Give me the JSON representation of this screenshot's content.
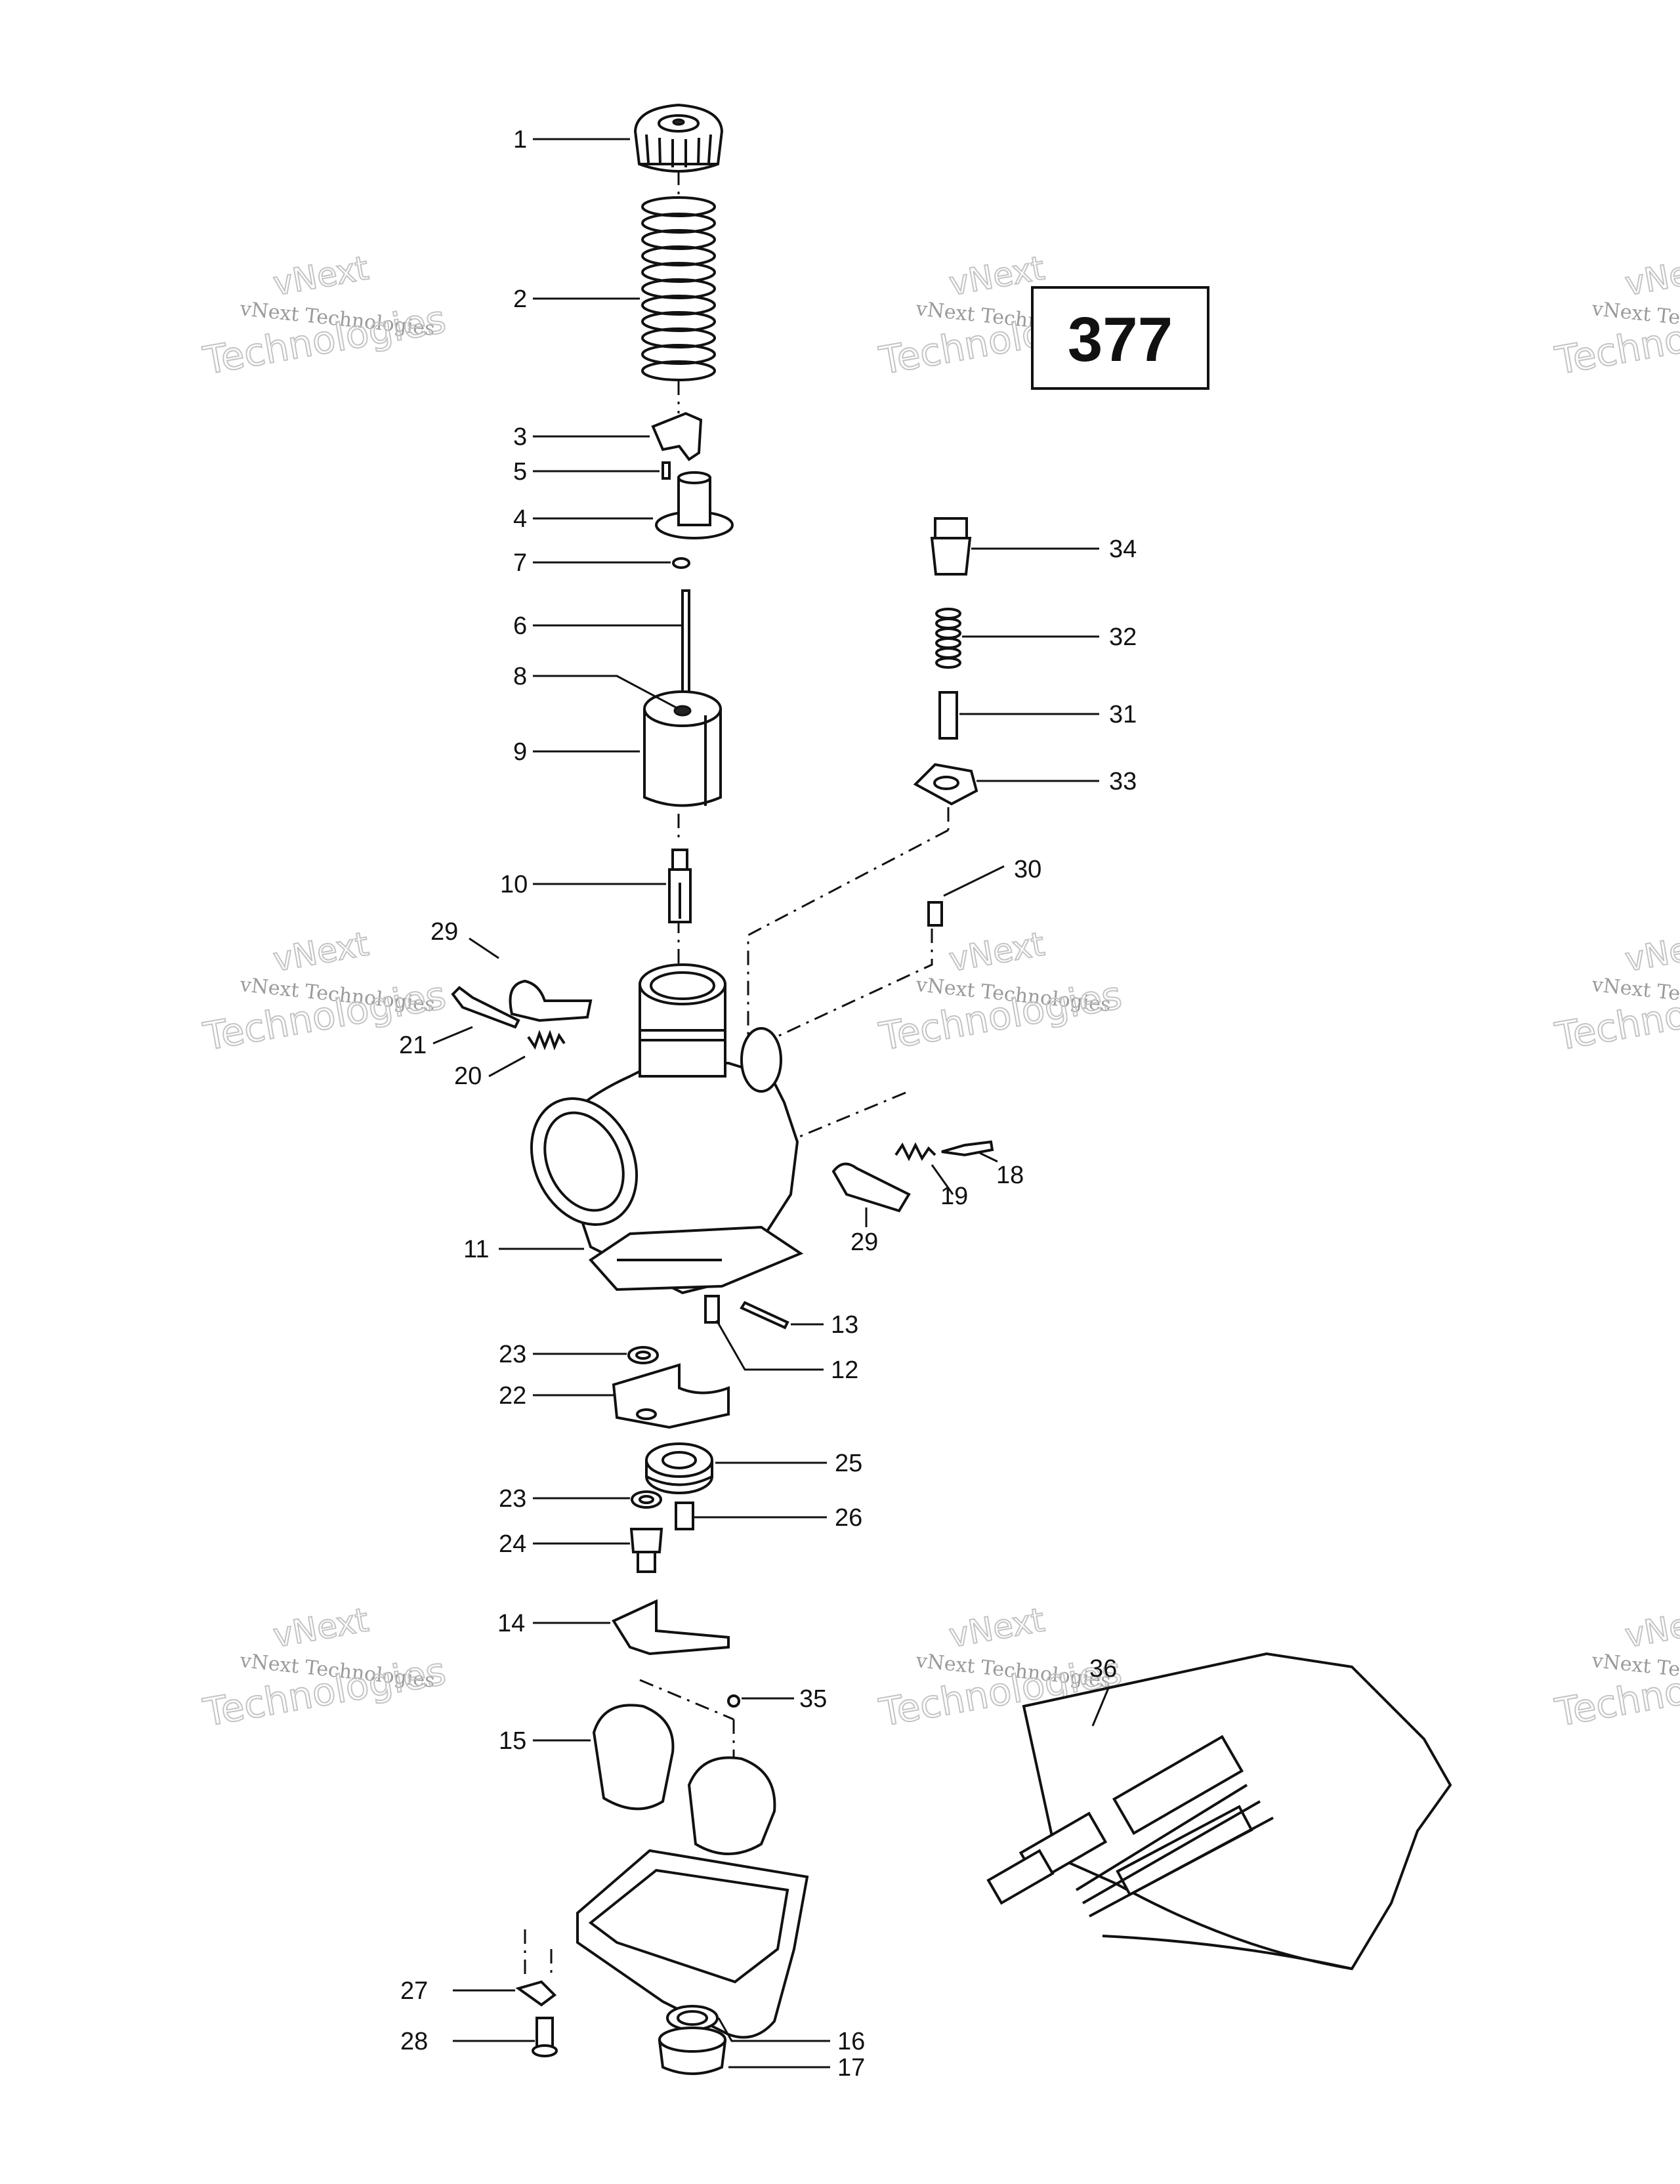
{
  "plate_number": "377",
  "watermark": {
    "line1": "vNext",
    "line2": "vNext Technologies",
    "line3": "Technologies"
  },
  "callouts": [
    "1",
    "2",
    "3",
    "5",
    "4",
    "7",
    "6",
    "8",
    "9",
    "10",
    "29",
    "21",
    "20",
    "11",
    "19",
    "18",
    "29",
    "13",
    "12",
    "23",
    "22",
    "25",
    "23",
    "26",
    "24",
    "14",
    "35",
    "15",
    "27",
    "28",
    "16",
    "17",
    "34",
    "32",
    "31",
    "33",
    "30",
    "36"
  ],
  "parts": {
    "cap": "cap",
    "spring": "spring",
    "carb_body": "carburetor-body",
    "float_bowl": "float-bowl",
    "tool_kit": "tool-kit"
  }
}
